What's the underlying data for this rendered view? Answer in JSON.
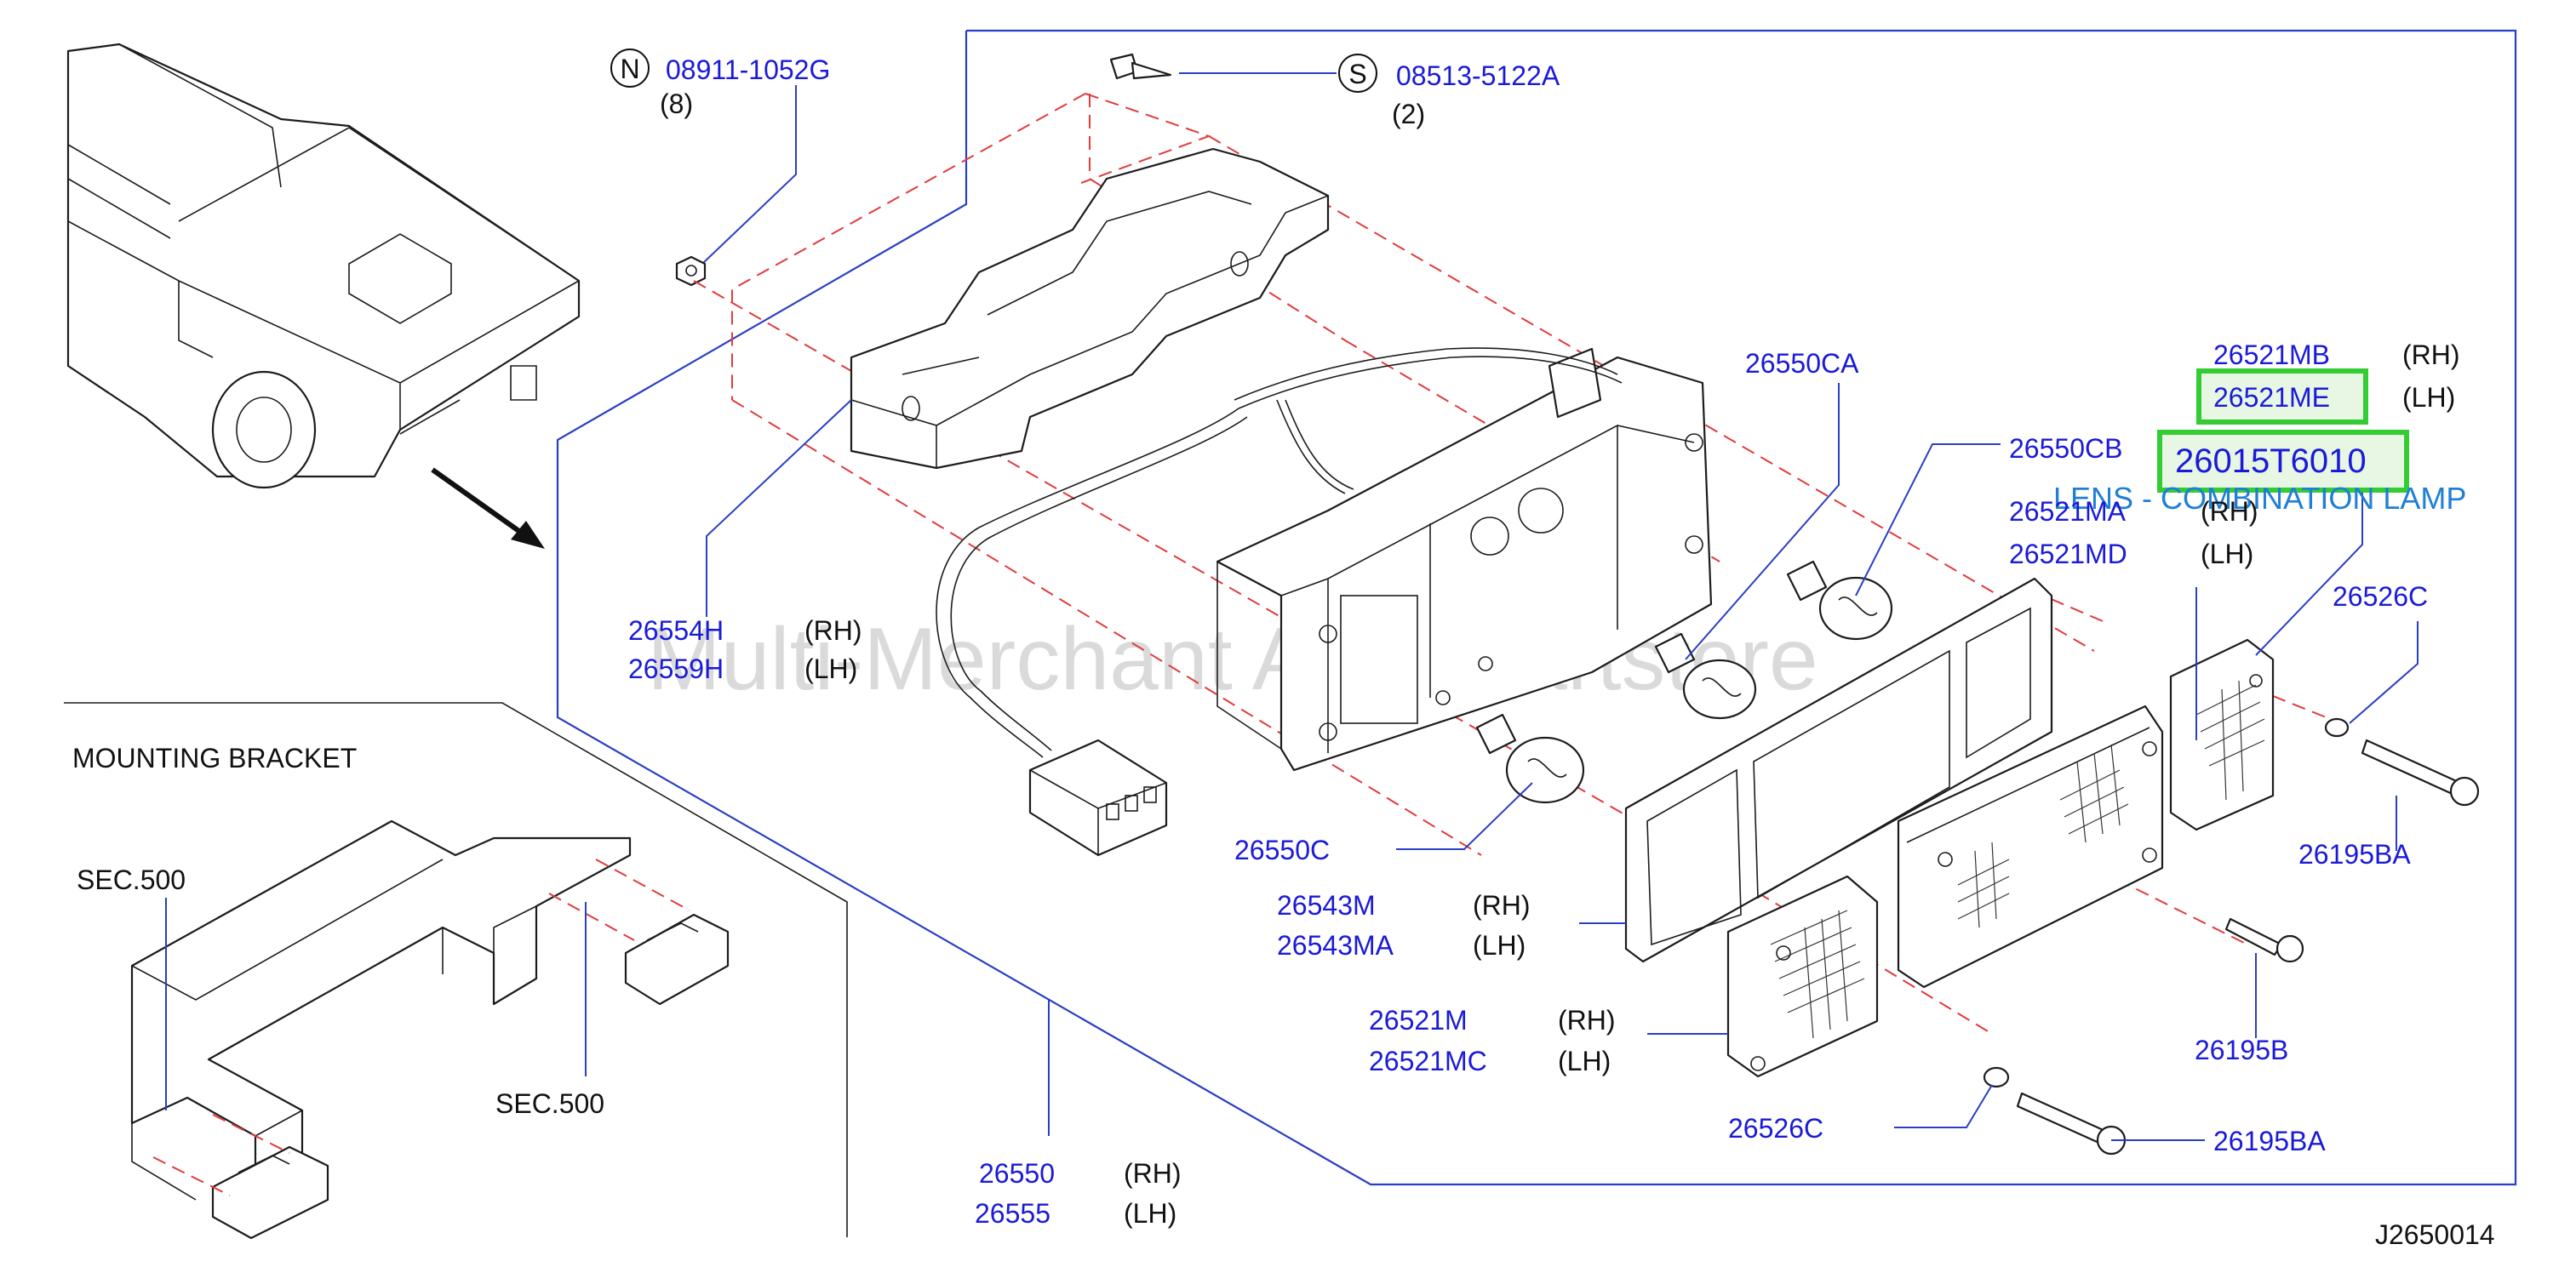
{
  "watermark": "Multi-Merchant Auto Partstore",
  "diagram_code": "J2650014",
  "section_title": "MOUNTING  BRACKET",
  "sec_refs": [
    "SEC.500",
    "SEC.500"
  ],
  "symbols": {
    "nut": "N",
    "screw": "S"
  },
  "fasteners": {
    "nut": {
      "part": "08911-1052G",
      "qty": "(8)"
    },
    "screw": {
      "part": "08513-5122A",
      "qty": "(2)"
    }
  },
  "labels": {
    "p26554H": "26554H",
    "p26559H": "26559H",
    "p26550CA": "26550CA",
    "p26550CB": "26550CB",
    "p26550C": "26550C",
    "p26521MB": "26521MB",
    "p26521ME": "26521ME",
    "p26521MA": "26521MA",
    "p26521MD": "26521MD",
    "p26526C_a": "26526C",
    "p26526C_b": "26526C",
    "p26195BA_a": "26195BA",
    "p26195BA_b": "26195BA",
    "p26195B": "26195B",
    "p26543M": "26543M",
    "p26543MA": "26543MA",
    "p26521M": "26521M",
    "p26521MC": "26521MC",
    "p26550": "26550",
    "p26555": "26555"
  },
  "sides": {
    "rh": "(RH)",
    "lh": "(LH)"
  },
  "highlight": {
    "part_number": "26015T6010",
    "description": "LENS - COMBINATION LAMP",
    "color": "#33cc33"
  },
  "colors": {
    "part_label": "#1a1ad8",
    "leader": "#2a3fc4",
    "dashed": "#e23b3b"
  },
  "icons": [
    "truck-illustration",
    "direction-arrow",
    "lamp-housing",
    "bulb",
    "wire-harness",
    "connector",
    "lens",
    "gasket",
    "washer",
    "screw",
    "mounting-bracket"
  ]
}
